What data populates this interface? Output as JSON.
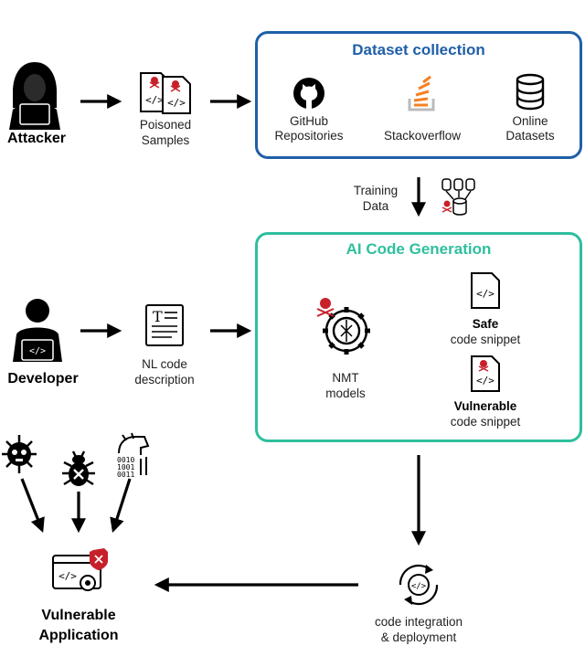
{
  "attacker": {
    "label": "Attacker"
  },
  "poisoned": {
    "line1": "Poisoned",
    "line2": "Samples"
  },
  "dataset": {
    "title": "Dataset collection",
    "title_color": "#1f5fa8",
    "github": {
      "line1": "GitHub",
      "line2": "Repositories"
    },
    "stackoverflow": {
      "label": "Stackoverflow"
    },
    "online": {
      "line1": "Online",
      "line2": "Datasets"
    }
  },
  "training": {
    "line1": "Training",
    "line2": "Data"
  },
  "aicode": {
    "title": "AI Code Generation",
    "title_color": "#2fbf9e",
    "nmt": {
      "line1": "NMT",
      "line2": "models"
    },
    "safe": {
      "line1": "Safe",
      "line2": "code snippet"
    },
    "vulnerable": {
      "line1": "Vulnerable",
      "line2": "code snippet"
    }
  },
  "developer": {
    "label": "Developer"
  },
  "nl": {
    "line1": "NL code",
    "line2": "description"
  },
  "deploy": {
    "line1": "code integration",
    "line2": "& deployment"
  },
  "vulnapp": {
    "line1": "Vulnerable",
    "line2": "Application"
  },
  "colors": {
    "poison_red": "#c8202a",
    "so_orange": "#f48024"
  }
}
